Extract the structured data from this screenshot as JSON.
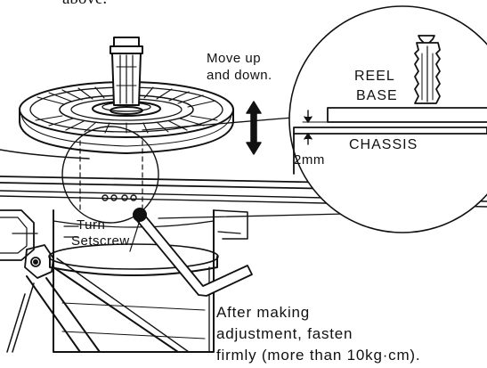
{
  "header_fragment": "above.",
  "labels": {
    "move": [
      "Move up",
      "and down."
    ],
    "reel_base": [
      "REEL",
      "BASE"
    ],
    "chassis": "CHASSIS",
    "gap": "2mm",
    "turn": [
      "Turn",
      "Setscrew."
    ],
    "after": [
      "After making",
      "adjustment, fasten",
      "firmly (more than 10kg·cm)."
    ]
  }
}
